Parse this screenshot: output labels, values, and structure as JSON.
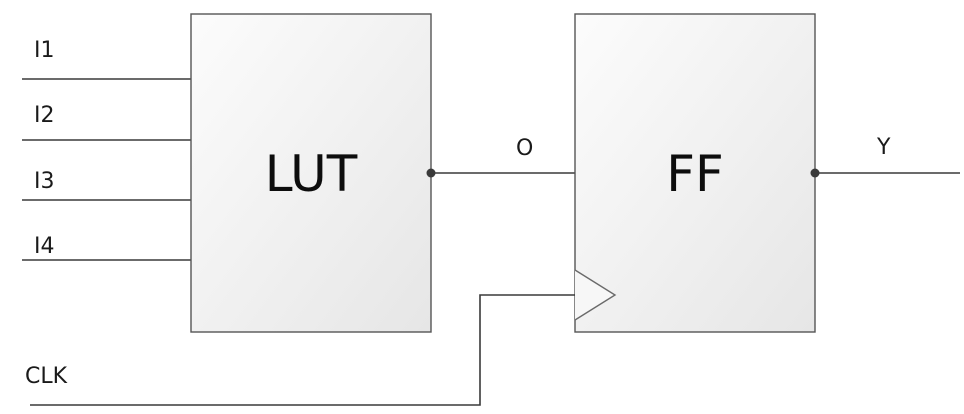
{
  "inputs": [
    "I1",
    "I2",
    "I3",
    "I4"
  ],
  "clock_label": "CLK",
  "lut_label": "LUT",
  "ff_label": "FF",
  "intermediate_label": "O",
  "output_label": "Y"
}
